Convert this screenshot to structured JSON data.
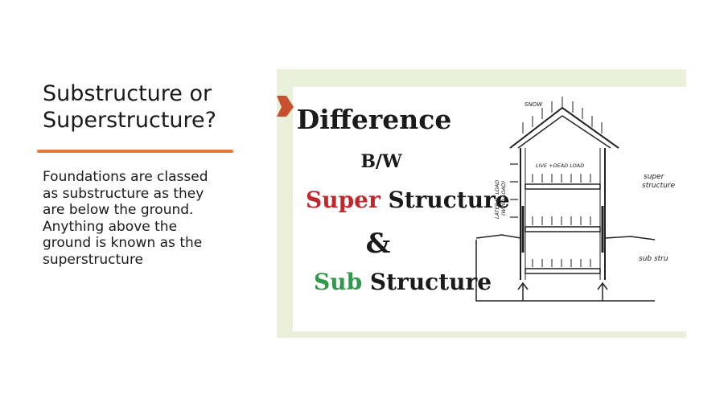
{
  "slide": {
    "title_line1": "Substructure or",
    "title_line2": "Superstructure?",
    "body_lines": [
      "Foundations are classed",
      "as substructure as they",
      "are below the ground.",
      "Anything above the",
      "ground is known as the",
      "superstructure"
    ],
    "accent_color": "#e2773a"
  },
  "picture": {
    "heading": "Difference",
    "bw": "B/W",
    "super_word": "Super",
    "structure_word": "Structure",
    "ampersand": "&",
    "sub_word": "Sub",
    "sub_structure_word": "Structure",
    "super_color": "#c0282d",
    "sub_color": "#2e9a4a",
    "sketch_labels": {
      "snow": "SNOW",
      "live_dead": "LIVE +DEAD LOAD",
      "lateral": "LATERAL LOAD",
      "wind": "(WIND LOAD)",
      "super": "super",
      "structure": "structure",
      "sub_stru": "sub stru"
    }
  }
}
